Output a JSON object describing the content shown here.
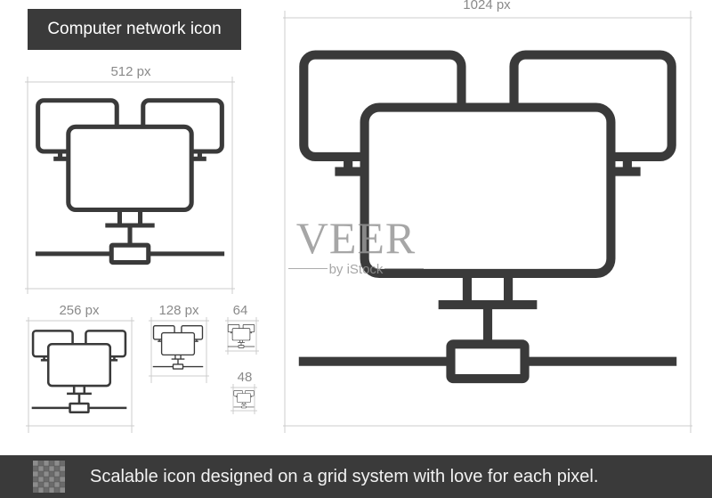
{
  "title": "Computer network icon",
  "sizes": {
    "s1024": "1024 px",
    "s512": "512 px",
    "s256": "256 px",
    "s128": "128 px",
    "s64": "64",
    "s48": "48"
  },
  "watermark": {
    "main": "VEER",
    "sub": "by iStock"
  },
  "footer": {
    "text": "Scalable icon designed on a grid system with love for each pixel.",
    "icon": "grid-icon"
  },
  "colors": {
    "icon_stroke": "#3a3a3a",
    "banner": "#3a3a3a",
    "guide": "#cccccc"
  }
}
